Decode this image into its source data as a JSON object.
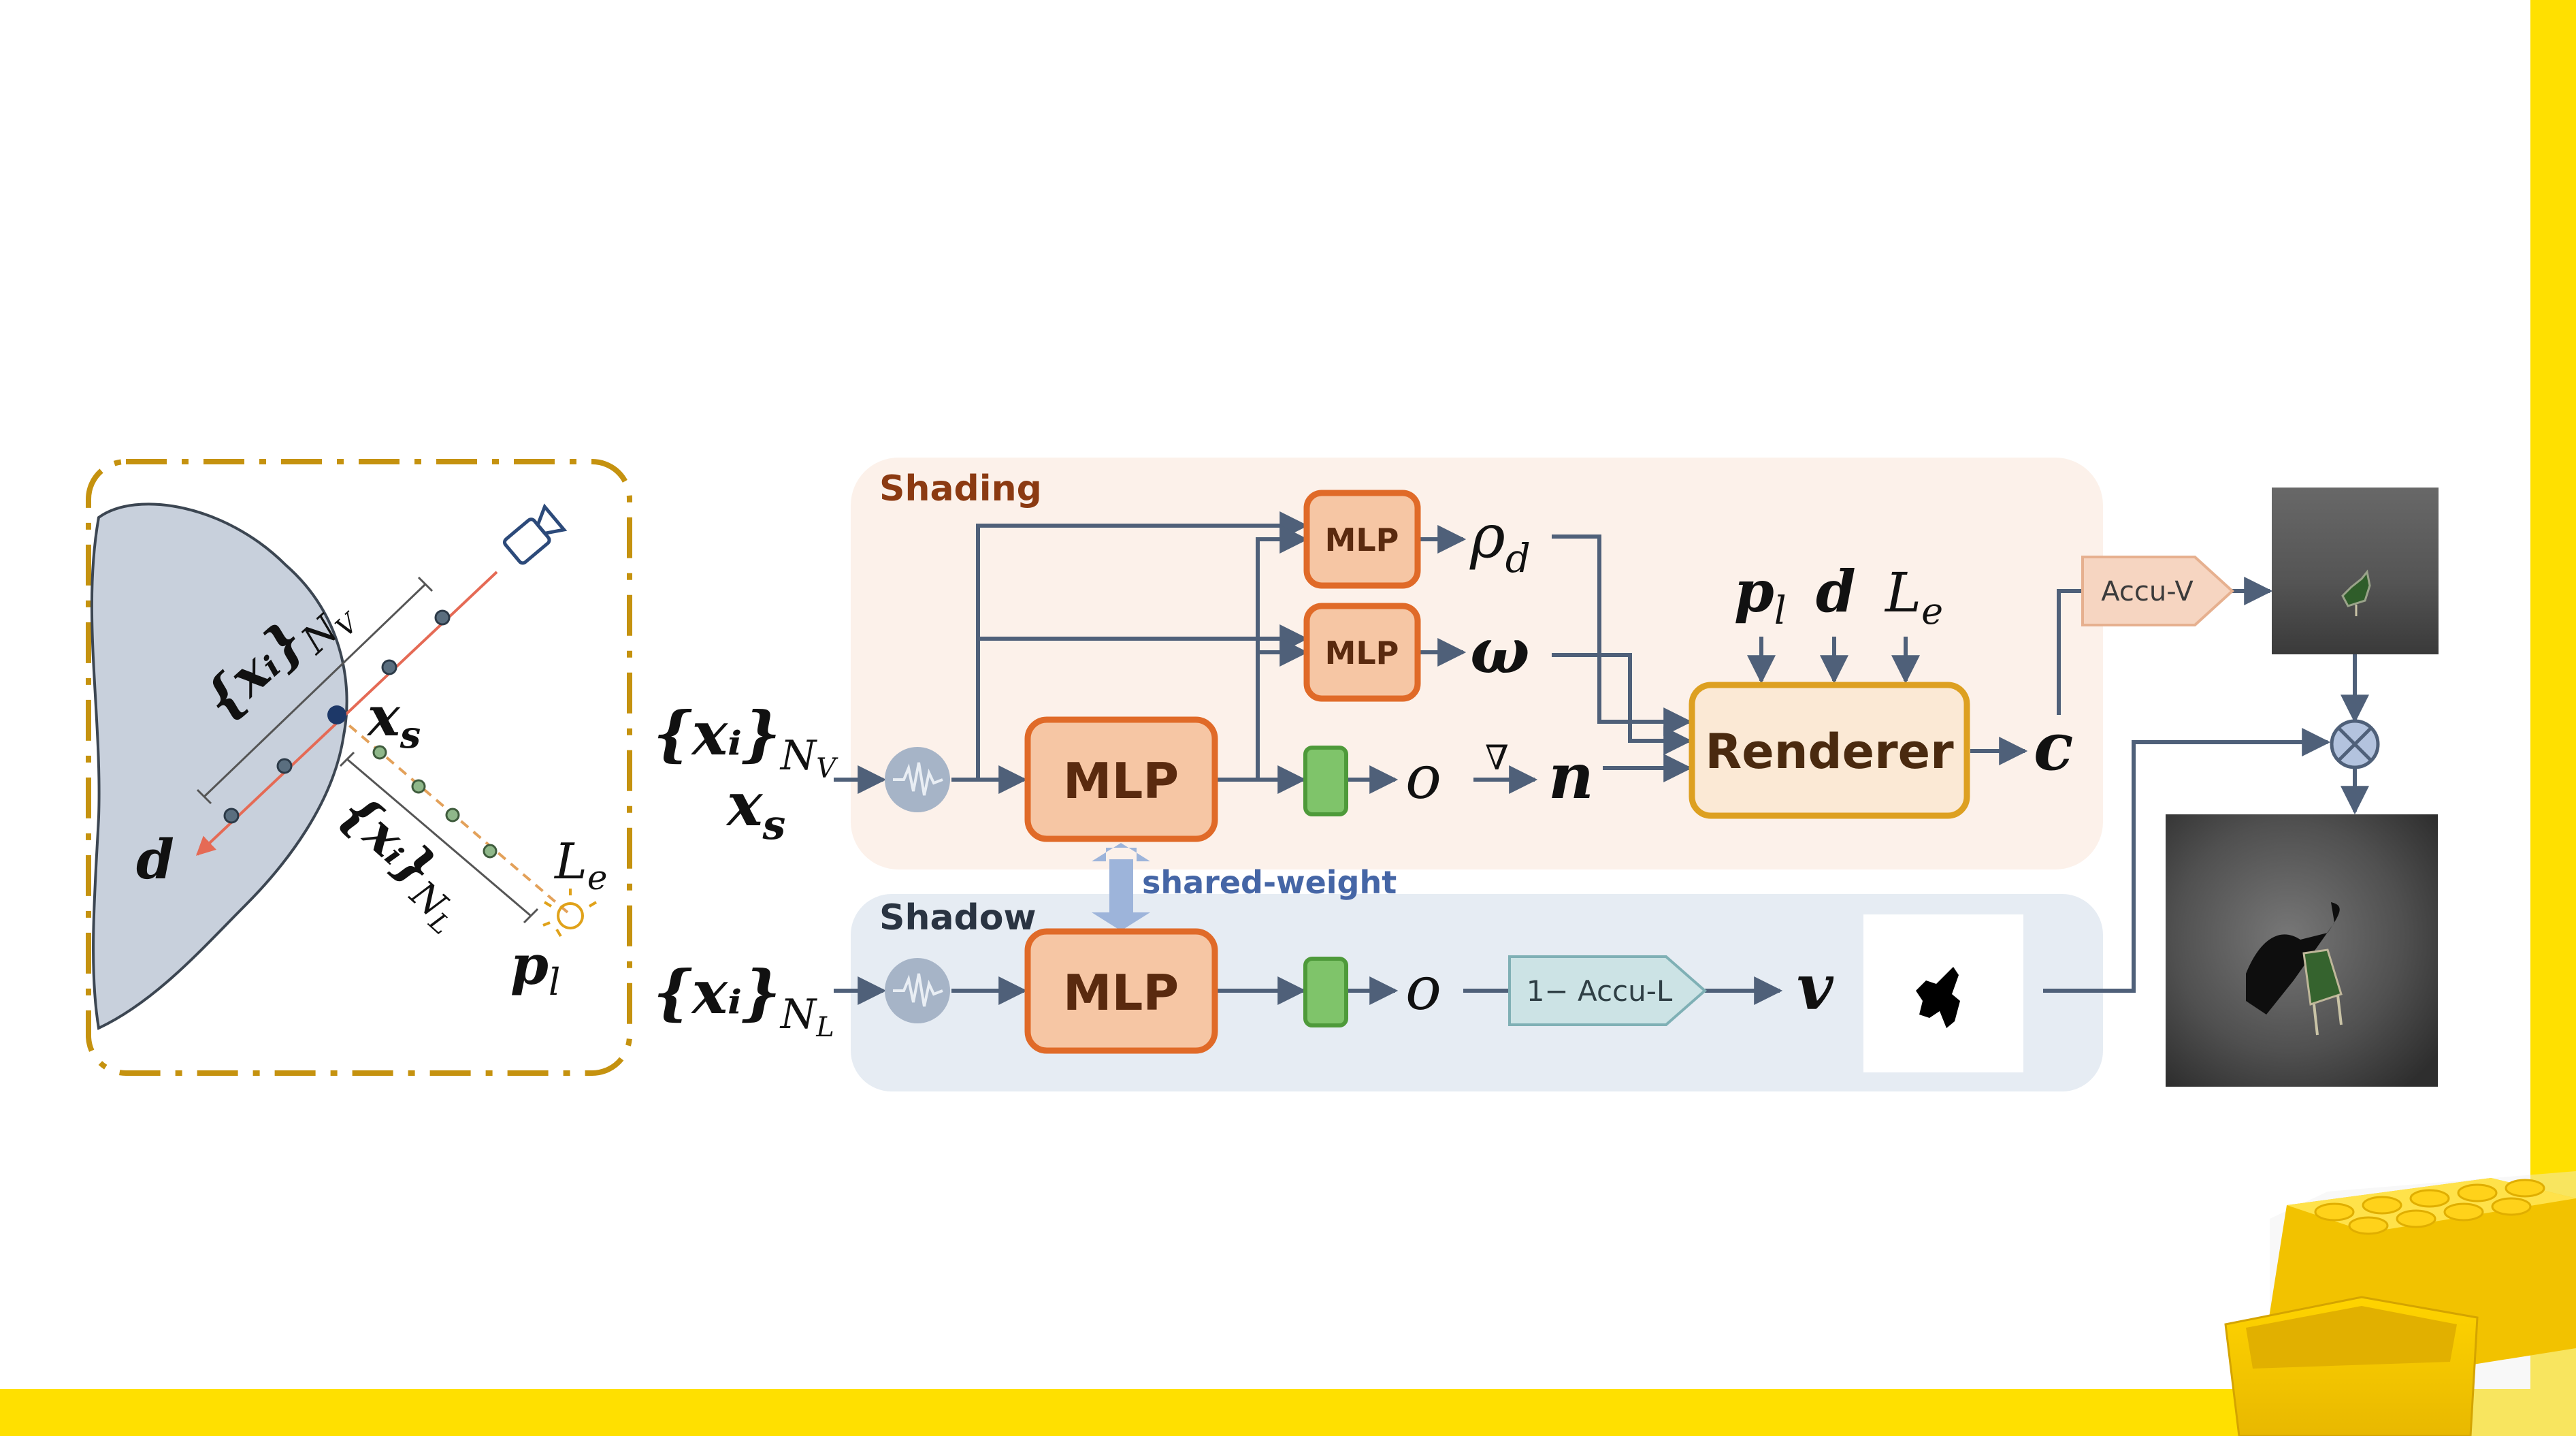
{
  "scene": {
    "labels": {
      "xi_nv": "{xᵢ}",
      "nv_sub": "N",
      "nv_subsub": "V",
      "xs": "x",
      "xs_sub": "s",
      "xi_nl": "{xᵢ}",
      "nl_sub": "N",
      "nl_subsub": "L",
      "d": "d",
      "le": "L",
      "le_sub": "e",
      "pl": "p",
      "pl_sub": "l"
    }
  },
  "inputs": {
    "xi_nv": "{xᵢ}",
    "nv_sub": "N",
    "nv_subsub": "V",
    "xs": "x",
    "xs_sub": "s",
    "xi_nl": "{xᵢ}",
    "nl_sub": "N",
    "nl_subsub": "L"
  },
  "shading": {
    "title": "Shading",
    "mlp_main": "MLP",
    "mlp_top": "MLP",
    "mlp_mid": "MLP",
    "rho": "ρ",
    "rho_sub": "d",
    "omega": "ω",
    "o": "o",
    "nabla": "∇",
    "n": "n",
    "pl": "p",
    "pl_sub": "l",
    "d": "d",
    "le": "L",
    "le_sub": "e",
    "renderer": "Renderer",
    "c": "c"
  },
  "shared_weight": "shared-weight",
  "shadow": {
    "title": "Shadow",
    "mlp": "MLP",
    "o": "o",
    "accu_l": "1− Accu-L",
    "v": "v"
  },
  "accu_v": "Accu-V",
  "colors": {
    "background": "#FFE000",
    "shading_panel": "#FCF1EA",
    "shadow_panel": "#E6ECF3",
    "mlp_fill": "#F6C6A4",
    "mlp_stroke": "#E06A28",
    "renderer_fill": "#FBE9D5",
    "renderer_stroke": "#DDA021",
    "green": "#7FC46A",
    "arrow": "#4F6079",
    "dash_border": "#C5920F",
    "blob": "#C8D0DC"
  }
}
